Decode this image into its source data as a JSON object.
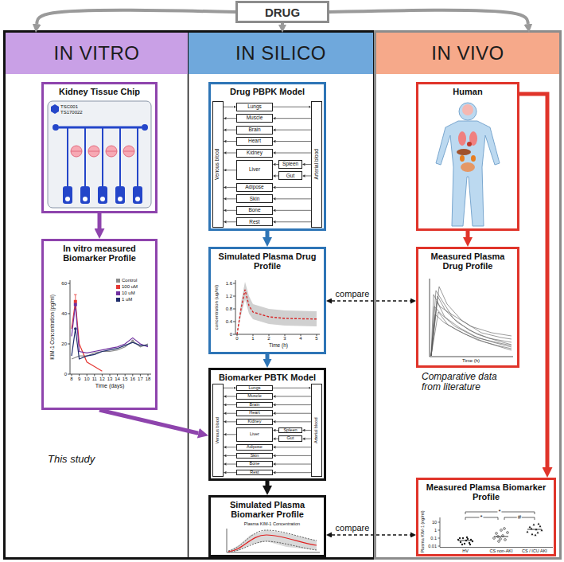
{
  "diagram": {
    "nodes": [
      {
        "text": [
          "DRUG"
        ]
      },
      {
        "text": [
          "IN VITRO"
        ]
      },
      {
        "text": [
          "Kidney Tissue Chip"
        ],
        "in": 1
      },
      {
        "text": [
          "In vitro measured Biomarker Profile"
        ],
        "in": 1
      },
      {
        "text": [
          "IN SILICO"
        ]
      },
      {
        "text": [
          "Drug PBPK Model"
        ],
        "in": 4
      },
      {
        "text": [
          "Venous blood"
        ],
        "in": 5
      },
      {
        "text": [
          "Lungs"
        ],
        "in": 5
      },
      {
        "text": [
          "Muscle"
        ],
        "in": 5
      },
      {
        "text": [
          "Brain"
        ],
        "in": 5
      },
      {
        "text": [
          "Heart"
        ],
        "in": 5
      },
      {
        "text": [
          "Kidney"
        ],
        "in": 5
      },
      {
        "text": [
          "Liver"
        ],
        "in": 5
      },
      {
        "text": [
          "Spleen"
        ],
        "in": 5
      },
      {
        "text": [
          "Gut"
        ],
        "in": 5
      },
      {
        "text": [
          "Adipose"
        ],
        "in": 5
      },
      {
        "text": [
          "Skin"
        ],
        "in": 5
      },
      {
        "text": [
          "Bone"
        ],
        "in": 5
      },
      {
        "text": [
          "Rest"
        ],
        "in": 5
      },
      {
        "text": [
          "Arterial blood"
        ],
        "in": 5
      },
      {
        "text": [
          "Simulated Plasma Drug Profile"
        ],
        "in": 4
      },
      {
        "text": [
          "Biomarker PBTK Model"
        ],
        "in": 4
      },
      {
        "text": [
          "Venous blood"
        ],
        "in": 21
      },
      {
        "text": [
          "Lungs"
        ],
        "in": 21
      },
      {
        "text": [
          "Muscle"
        ],
        "in": 21
      },
      {
        "text": [
          "Brain"
        ],
        "in": 21
      },
      {
        "text": [
          "Heart"
        ],
        "in": 21
      },
      {
        "text": [
          "Kidney"
        ],
        "in": 21
      },
      {
        "text": [
          "Liver"
        ],
        "in": 21
      },
      {
        "text": [
          "Spleen"
        ],
        "in": 21
      },
      {
        "text": [
          "Gut"
        ],
        "in": 21
      },
      {
        "text": [
          "Adipose"
        ],
        "in": 21
      },
      {
        "text": [
          "Skin"
        ],
        "in": 21
      },
      {
        "text": [
          "Bone"
        ],
        "in": 21
      },
      {
        "text": [
          "Rest"
        ],
        "in": 21
      },
      {
        "text": [
          "Arterial blood"
        ],
        "in": 21
      },
      {
        "text": [
          "Simulated Plasma Biomarker Profile"
        ],
        "in": 4
      },
      {
        "text": [
          "IN VIVO"
        ]
      },
      {
        "text": [
          "Human"
        ],
        "in": 37
      },
      {
        "text": [
          "Measured Plasma Drug Profile"
        ],
        "in": 37
      },
      {
        "text": [
          "Measured Plamsa Biomarker Profile"
        ],
        "in": 37
      }
    ],
    "edges": [
      {
        "from": 0,
        "to": 1,
        "arrow": "to"
      },
      {
        "from": 0,
        "to": 4,
        "arrow": "to"
      },
      {
        "from": 0,
        "to": 37,
        "arrow": "to"
      },
      {
        "from": 2,
        "to": 3,
        "arrow": "to"
      },
      {
        "from": 3,
        "to": 21,
        "arrow": "to"
      },
      {
        "from": 5,
        "to": 20,
        "arrow": "to"
      },
      {
        "from": 20,
        "to": 21,
        "arrow": "to"
      },
      {
        "from": 21,
        "to": 36,
        "arrow": "to"
      },
      {
        "from": 20,
        "to": 39,
        "label": "compare",
        "arrow": "both"
      },
      {
        "from": 38,
        "to": 39,
        "arrow": "to"
      },
      {
        "from": 38,
        "to": 40,
        "arrow": "to"
      },
      {
        "from": 36,
        "to": 40,
        "label": "compare",
        "arrow": "both"
      },
      {
        "from": 6,
        "to": 7,
        "arrow": "to"
      },
      {
        "from": 7,
        "to": 19,
        "arrow": "to"
      },
      {
        "from": 19,
        "to": 8,
        "arrow": "to"
      },
      {
        "from": 8,
        "to": 6,
        "arrow": "to"
      },
      {
        "from": 19,
        "to": 9,
        "arrow": "to"
      },
      {
        "from": 9,
        "to": 6,
        "arrow": "to"
      },
      {
        "from": 19,
        "to": 10,
        "arrow": "to"
      },
      {
        "from": 10,
        "to": 6,
        "arrow": "to"
      },
      {
        "from": 19,
        "to": 11,
        "arrow": "to"
      },
      {
        "from": 11,
        "to": 6,
        "arrow": "to"
      },
      {
        "from": 19,
        "to": 13,
        "arrow": "to"
      },
      {
        "from": 13,
        "to": 12,
        "arrow": "to"
      },
      {
        "from": 19,
        "to": 14,
        "arrow": "to"
      },
      {
        "from": 14,
        "to": 12,
        "arrow": "to"
      },
      {
        "from": 12,
        "to": 6,
        "arrow": "to"
      },
      {
        "from": 19,
        "to": 15,
        "arrow": "to"
      },
      {
        "from": 15,
        "to": 6,
        "arrow": "to"
      },
      {
        "from": 19,
        "to": 16,
        "arrow": "to"
      },
      {
        "from": 16,
        "to": 6,
        "arrow": "to"
      },
      {
        "from": 19,
        "to": 17,
        "arrow": "to"
      },
      {
        "from": 17,
        "to": 6,
        "arrow": "to"
      },
      {
        "from": 19,
        "to": 18,
        "arrow": "to"
      },
      {
        "from": 18,
        "to": 6,
        "arrow": "to"
      },
      {
        "from": 22,
        "to": 23,
        "arrow": "to"
      },
      {
        "from": 23,
        "to": 35,
        "arrow": "to"
      },
      {
        "from": 35,
        "to": 24,
        "arrow": "to"
      },
      {
        "from": 24,
        "to": 22,
        "arrow": "to"
      },
      {
        "from": 35,
        "to": 25,
        "arrow": "to"
      },
      {
        "from": 25,
        "to": 22,
        "arrow": "to"
      },
      {
        "from": 35,
        "to": 26,
        "arrow": "to"
      },
      {
        "from": 26,
        "to": 22,
        "arrow": "to"
      },
      {
        "from": 35,
        "to": 27,
        "arrow": "to"
      },
      {
        "from": 27,
        "to": 22,
        "arrow": "to"
      },
      {
        "from": 35,
        "to": 29,
        "arrow": "to"
      },
      {
        "from": 29,
        "to": 28,
        "arrow": "to"
      },
      {
        "from": 35,
        "to": 30,
        "arrow": "to"
      },
      {
        "from": 30,
        "to": 28,
        "arrow": "to"
      },
      {
        "from": 28,
        "to": 22,
        "arrow": "to"
      },
      {
        "from": 35,
        "to": 31,
        "arrow": "to"
      },
      {
        "from": 31,
        "to": 22,
        "arrow": "to"
      },
      {
        "from": 35,
        "to": 32,
        "arrow": "to"
      },
      {
        "from": 32,
        "to": 22,
        "arrow": "to"
      },
      {
        "from": 35,
        "to": 33,
        "arrow": "to"
      },
      {
        "from": 33,
        "to": 22,
        "arrow": "to"
      },
      {
        "from": 35,
        "to": 34,
        "arrow": "to"
      },
      {
        "from": 34,
        "to": 22,
        "arrow": "to"
      }
    ],
    "labels": [
      "This study",
      "Comparative data from literature",
      "TSC001",
      "TS170022",
      "KIM-1 Concentration (pg/ml)",
      "60",
      "40",
      "20",
      "0",
      "8",
      "9",
      "10",
      "11",
      "12",
      "13",
      "14",
      "15",
      "16",
      "17",
      "18",
      "Time (days)",
      "concentration (ug/ml)",
      "1.6",
      "1.2",
      "0.8",
      "0.4",
      "0",
      "0",
      "1",
      "2",
      "3",
      "4",
      "5",
      "Time (h)",
      "Plasma KIM-1 Concentration",
      "Time (h)",
      "Plasma KIM-1 (ng/ml)",
      "10",
      "1",
      "0.1",
      "0.01",
      "HV",
      "CS non-AKI",
      "CS / ICU AKI",
      "*",
      "*",
      "#"
    ],
    "legend": [
      {
        "text": "Control",
        "color": "#8c8c8c"
      },
      {
        "text": "100 uM",
        "color": "#e53935"
      },
      {
        "text": "10 uM",
        "color": "#7030a0"
      },
      {
        "text": "1 uM",
        "color": "#1f2d6b"
      }
    ]
  }
}
